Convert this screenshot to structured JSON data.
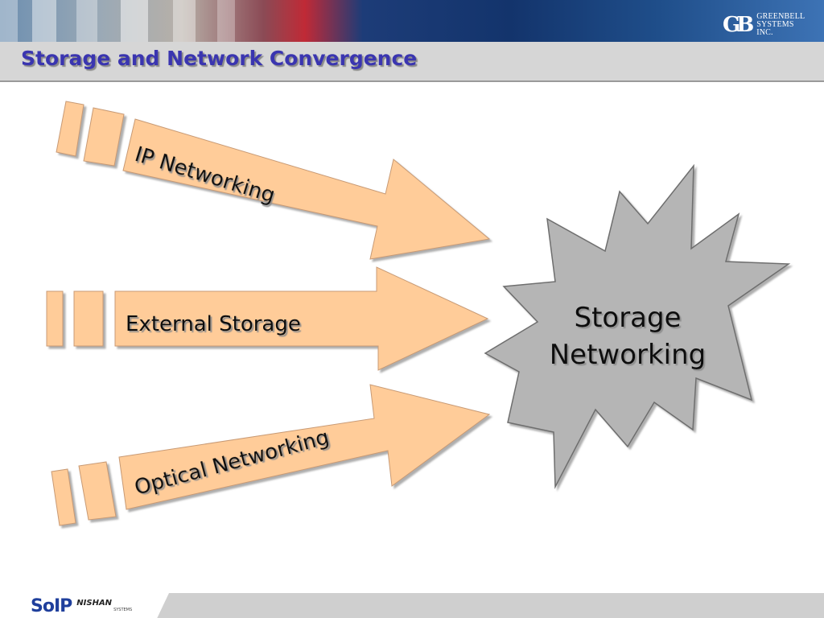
{
  "header": {
    "logo_mark": "GB",
    "logo_line1": "GREENBELL",
    "logo_line2": "SYSTEMS INC."
  },
  "slide": {
    "title": "Storage and Network Convergence"
  },
  "diagram": {
    "arrows": [
      {
        "label": "IP Networking"
      },
      {
        "label": "External Storage"
      },
      {
        "label": "Optical Networking"
      }
    ],
    "center": {
      "line1": "Storage",
      "line2": "Networking"
    },
    "colors": {
      "arrow_fill": "#ffcc99",
      "arrow_stroke": "#c89a74",
      "burst_fill": "#b5b5b5",
      "burst_stroke": "#6e6e6e",
      "title_text": "#3a35b0"
    }
  },
  "footer": {
    "logo_main": "SoIP",
    "logo_brand": "NISHAN",
    "logo_sub": "SYSTEMS"
  }
}
